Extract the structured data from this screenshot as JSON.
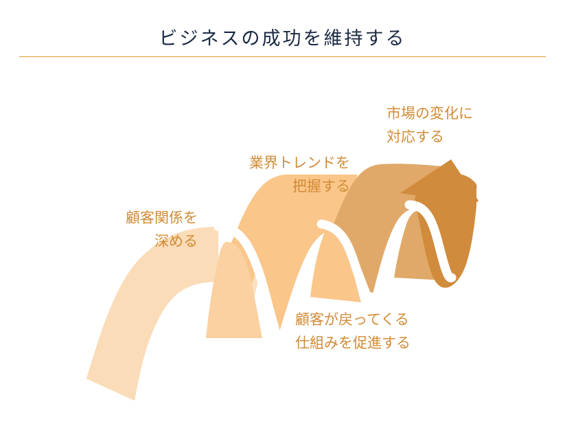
{
  "slide": {
    "title": "ビジネスの成功を維持する",
    "title_color": "#1b2a44",
    "rule_color": "#e9972c",
    "background_color": "#ffffff"
  },
  "callouts": [
    {
      "id": "deepen-customer-relationships",
      "line1": "顧客関係を",
      "line2": "深める",
      "align": "right",
      "color": "#d28b36"
    },
    {
      "id": "grasp-industry-trends",
      "line1": "業界トレンドを",
      "line2": "把握する",
      "align": "right",
      "color": "#d28b36"
    },
    {
      "id": "respond-to-market-change",
      "line1": "市場の変化に",
      "line2": "対応する",
      "align": "left",
      "color": "#d28b36"
    },
    {
      "id": "promote-customer-return",
      "line1": "顧客が戻ってくる",
      "line2": "仕組みを促進する",
      "align": "left",
      "color": "#d28b36"
    }
  ],
  "chart_data": {
    "type": "area",
    "title": "ビジネスの成功を維持する",
    "xlabel": "",
    "ylabel": "",
    "description": "四段階の上昇する波形リボン（右上向き矢印付き）",
    "categories": [
      "顧客関係を深める",
      "業界トレンドを把握する",
      "顧客が戻ってくる仕組みを促進する",
      "市場の変化に対応する"
    ],
    "values": [
      1,
      2,
      3,
      4
    ],
    "segment_colors": [
      "#fbdcb8",
      "#fac68a",
      "#e0a969",
      "#d08b3c"
    ],
    "segment_side_colors": [
      "#fce0c3",
      "#fbd1a2",
      "#e8bd8d",
      "#d9a368"
    ],
    "arrow_color": "#d08b3c",
    "gap_color": "#ffffff",
    "legend": "none",
    "grid": false
  },
  "ribbon": {
    "arrow_name": "upward-arrow-head",
    "segment_count": 4
  }
}
